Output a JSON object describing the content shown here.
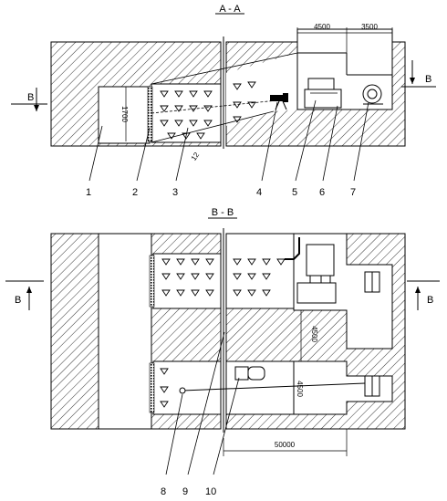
{
  "section_aa": {
    "title": "A - A",
    "dim_top_left": "4500",
    "dim_top_right": "3500",
    "dim_height": "1700",
    "dim_slope": "12",
    "marker_left": "B",
    "marker_right": "B",
    "callouts": [
      "1",
      "2",
      "3",
      "4",
      "5",
      "6",
      "7"
    ]
  },
  "section_bb": {
    "title": "B - B",
    "dim_vertical_1": "4500",
    "dim_vertical_2": "4500",
    "dim_bottom": "50000",
    "marker_left": "B",
    "marker_right": "B",
    "callouts": [
      "8",
      "9",
      "10"
    ]
  },
  "colors": {
    "line": "#000000",
    "background": "#ffffff"
  }
}
